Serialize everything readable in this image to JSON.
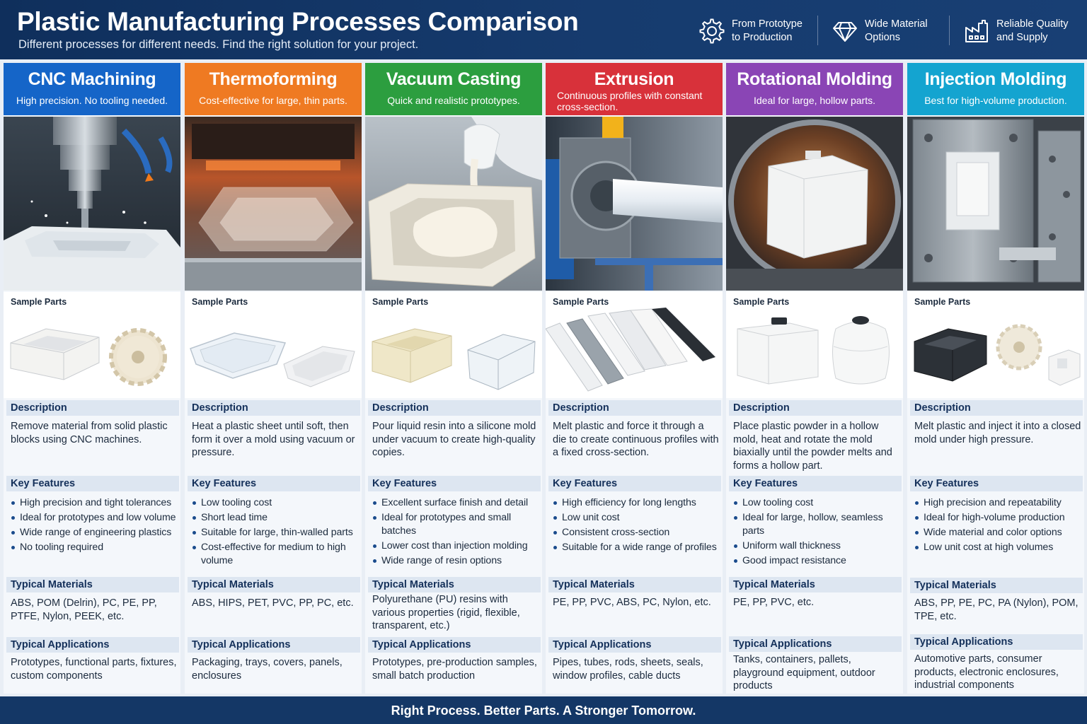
{
  "header": {
    "title": "Plastic Manufacturing Processes Comparison",
    "subtitle": "Different processes for different needs. Find the right solution for your project.",
    "features": [
      {
        "icon": "gear-icon",
        "label": "From Prototype to Production"
      },
      {
        "icon": "diamond-icon",
        "label": "Wide Material Options"
      },
      {
        "icon": "factory-icon",
        "label": "Reliable Quality and Supply"
      }
    ]
  },
  "section_labels": {
    "sample_parts": "Sample Parts",
    "description": "Description",
    "key_features": "Key Features",
    "typical_materials": "Typical Materials",
    "typical_applications": "Typical Applications"
  },
  "processes": [
    {
      "title": "CNC Machining",
      "tagline": "High precision. No tooling needed.",
      "color": "#1565c8",
      "description": "Remove material from solid plastic blocks using CNC machines.",
      "features": [
        "High precision and tight tolerances",
        "Ideal for prototypes and low volume",
        "Wide range of engineering plastics",
        "No tooling required"
      ],
      "materials": "ABS, POM (Delrin), PC, PE, PP, PTFE, Nylon, PEEK, etc.",
      "applications": "Prototypes, functional parts, fixtures, custom components"
    },
    {
      "title": "Thermoforming",
      "tagline": "Cost-effective for large, thin parts.",
      "color": "#ef7a22",
      "description": "Heat a plastic sheet until soft, then form it over a mold using vacuum or pressure.",
      "features": [
        "Low tooling cost",
        "Short lead time",
        "Suitable for large, thin-walled parts",
        "Cost-effective for medium to high volume"
      ],
      "materials": "ABS, HIPS, PET, PVC, PP, PC, etc.",
      "applications": "Packaging, trays, covers, panels, enclosures"
    },
    {
      "title": "Vacuum Casting",
      "tagline": "Quick and realistic prototypes.",
      "color": "#2c9e3f",
      "description": "Pour liquid resin into a silicone mold under vacuum to create high-quality copies.",
      "features": [
        "Excellent surface finish and detail",
        "Ideal for prototypes and small batches",
        "Lower cost than injection molding",
        "Wide range of resin options"
      ],
      "materials": "Polyurethane (PU) resins with various properties (rigid, flexible, transparent, etc.)",
      "applications": "Prototypes, pre-production samples, small batch production"
    },
    {
      "title": "Extrusion",
      "tagline": "Continuous profiles with constant cross-section.",
      "color": "#d8313a",
      "description": "Melt plastic and force it through a die to create continuous profiles with a fixed cross-section.",
      "features": [
        "High efficiency for long lengths",
        "Low unit cost",
        "Consistent cross-section",
        "Suitable for a wide range of profiles"
      ],
      "materials": "PE, PP, PVC, ABS, PC, Nylon, etc.",
      "applications": "Pipes, tubes, rods, sheets, seals, window profiles, cable ducts"
    },
    {
      "title": "Rotational Molding",
      "tagline": "Ideal for large, hollow parts.",
      "color": "#8a45b5",
      "description": "Place plastic powder in a hollow mold, heat and rotate the mold biaxially until the powder melts and forms a hollow part.",
      "features": [
        "Low tooling cost",
        "Ideal for large, hollow, seamless parts",
        "Uniform wall thickness",
        "Good impact resistance"
      ],
      "materials": "PE, PP, PVC, etc.",
      "applications": "Tanks, containers, pallets, playground equipment, outdoor products"
    },
    {
      "title": "Injection Molding",
      "tagline": "Best for high-volume production.",
      "color": "#14a4d0",
      "description": "Melt plastic and inject it into a closed mold under high pressure.",
      "features": [
        "High precision and repeatability",
        "Ideal for high-volume production",
        "Wide material and color options",
        "Low unit cost at high volumes"
      ],
      "materials": "ABS, PP, PE, PC, PA (Nylon), POM, TPE, etc.",
      "applications": "Automotive parts, consumer products, electronic enclosures, industrial components"
    }
  ],
  "footer": "Right Process. Better Parts. A Stronger Tomorrow."
}
